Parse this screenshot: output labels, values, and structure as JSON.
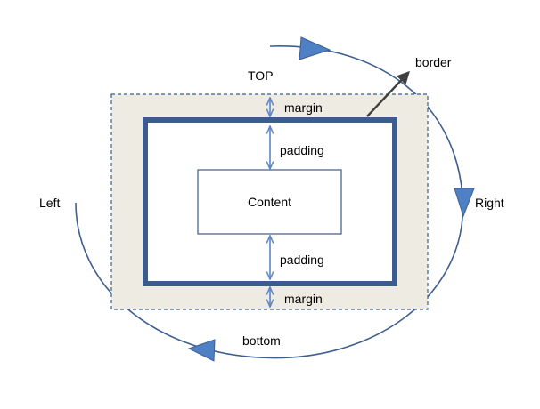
{
  "labels": {
    "top": "TOP",
    "right": "Right",
    "bottom": "bottom",
    "left": "Left",
    "border": "border",
    "margin_top": "margin",
    "margin_bottom": "margin",
    "padding_top": "padding",
    "padding_bottom": "padding",
    "content": "Content"
  },
  "colors": {
    "margin_fill": "#eeebe2",
    "margin_stroke": "#3b5e8c",
    "border": "#3b5c8c",
    "spacing_arrow": "#5b86c4",
    "orbit": "#3f5f8f",
    "direction_marker": "#4d80c4",
    "border_pointer": "#404040"
  }
}
